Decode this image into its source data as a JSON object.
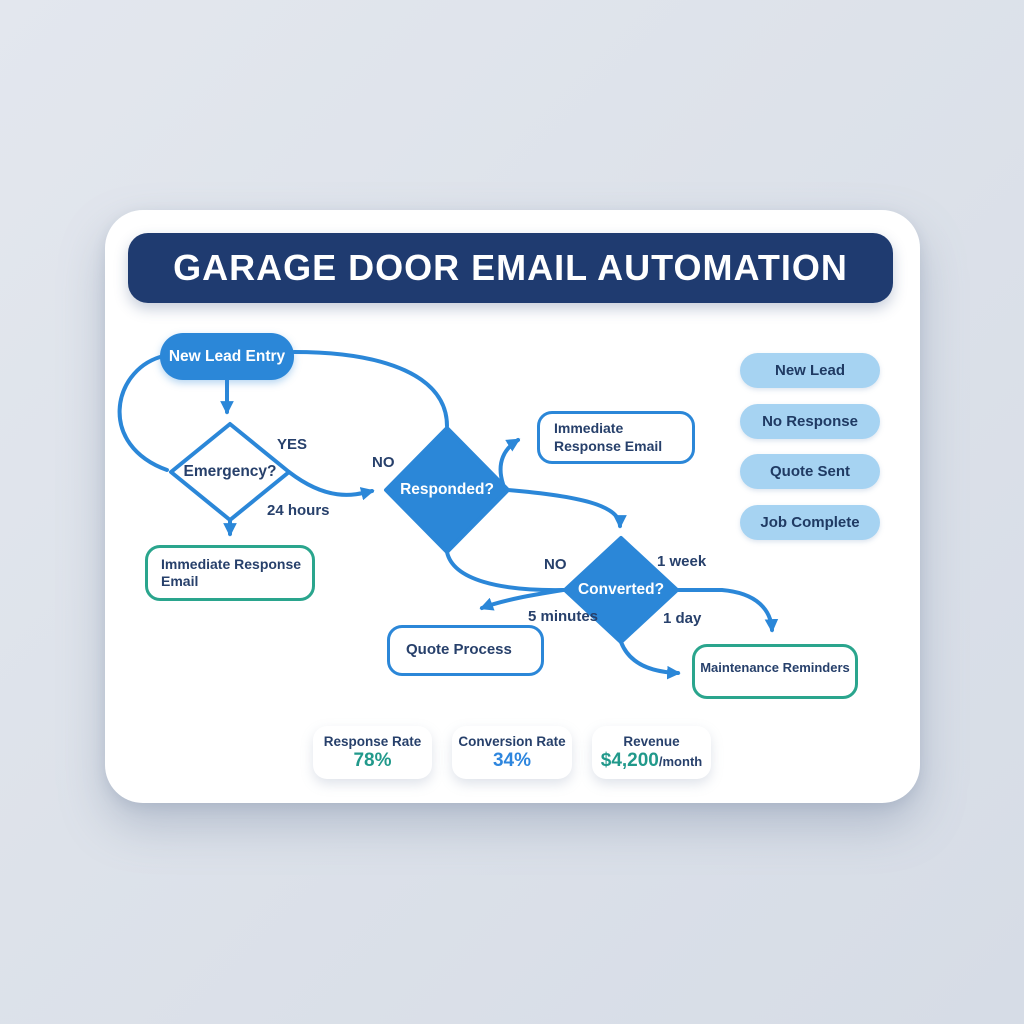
{
  "header": {
    "title": "GARAGE DOOR EMAIL AUTOMATION"
  },
  "flowchart": {
    "nodes": {
      "new_lead_entry": {
        "label": "New Lead Entry"
      },
      "emergency": {
        "label": "Emergency?"
      },
      "responded": {
        "label": "Responded?"
      },
      "converted": {
        "label": "Converted?"
      },
      "immediate_response_email_left": {
        "label": "Immediate Response Email"
      },
      "immediate_response_email_top": {
        "label": "Immediate Response Email"
      },
      "quote_process": {
        "label": "Quote Process"
      },
      "maintenance_reminders": {
        "label": "Maintenance Reminders"
      }
    },
    "edge_labels": {
      "yes": "YES",
      "no_to_responded": "NO",
      "hours_24": "24 hours",
      "no_to_converted": "NO",
      "week_1": "1 week",
      "minutes_5": "5 minutes",
      "day_1": "1 day"
    }
  },
  "legend": {
    "items": [
      "New Lead",
      "No Response",
      "Quote Sent",
      "Job Complete"
    ]
  },
  "stats": {
    "items": [
      {
        "label": "Response Rate",
        "value": "78%",
        "suffix": ""
      },
      {
        "label": "Conversion Rate",
        "value": "34%",
        "suffix": ""
      },
      {
        "label": "Revenue",
        "value": "$4,200",
        "suffix": "/month"
      }
    ]
  },
  "colors": {
    "flow_blue": "#2b87d8",
    "header_navy": "#1f3b70",
    "text_navy": "#27406b",
    "green_accent": "#2aa58d",
    "legend_pill_blue": "#a6d3f2",
    "stat_teal": "#21998b",
    "stat_blue": "#2e86de",
    "background": "#dde2ea",
    "card_white": "#ffffff"
  }
}
